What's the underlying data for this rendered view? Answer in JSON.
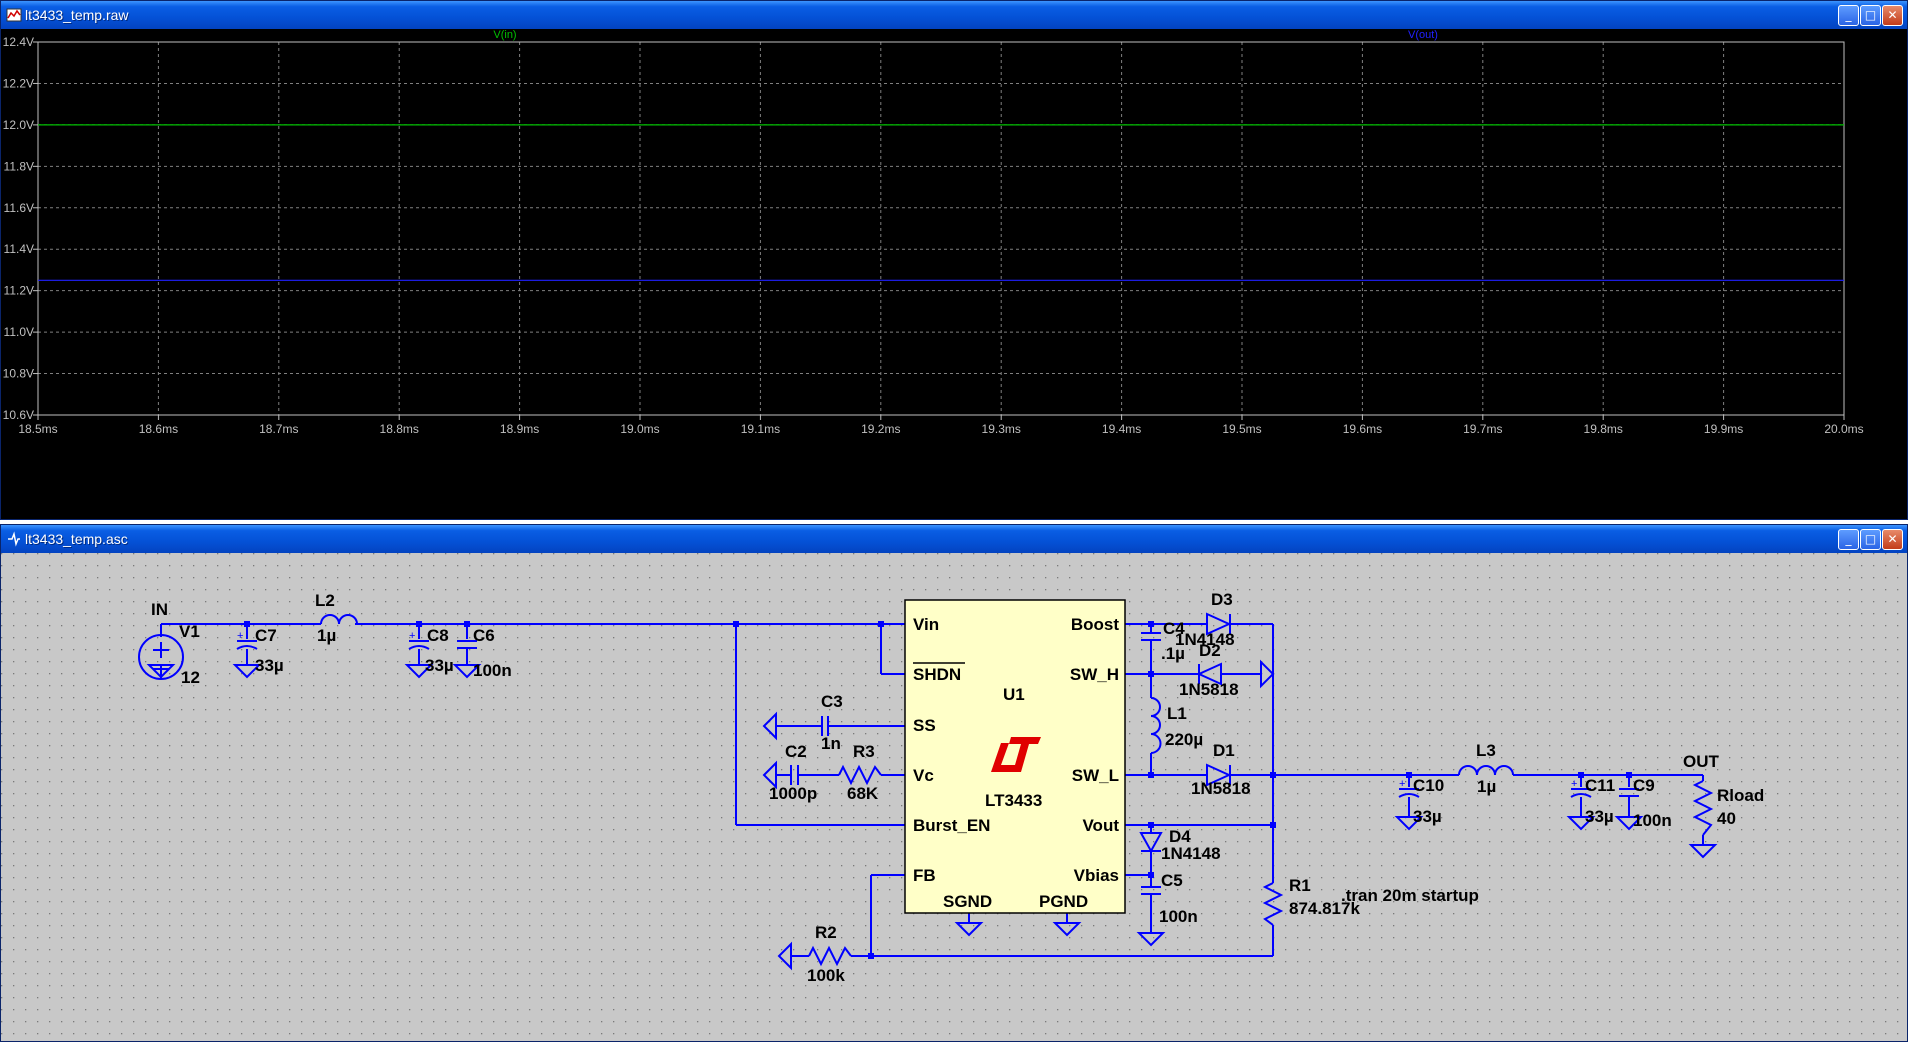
{
  "plot_window": {
    "title": "lt3433_temp.raw",
    "buttons": {
      "minimize": "_",
      "maximize": "□",
      "close": "✕"
    }
  },
  "schematic_window": {
    "title": "lt3433_temp.asc",
    "buttons": {
      "minimize": "_",
      "maximize": "□",
      "close": "✕"
    }
  },
  "chart_data": {
    "type": "line",
    "x": [
      18.5,
      20.0
    ],
    "xlim": [
      18.5,
      20.0
    ],
    "ylim": [
      10.6,
      12.4
    ],
    "xticks": [
      "18.5ms",
      "18.6ms",
      "18.7ms",
      "18.8ms",
      "18.9ms",
      "19.0ms",
      "19.1ms",
      "19.2ms",
      "19.3ms",
      "19.4ms",
      "19.5ms",
      "19.6ms",
      "19.7ms",
      "19.8ms",
      "19.9ms",
      "20.0ms"
    ],
    "yticks": [
      "12.4V",
      "12.2V",
      "12.0V",
      "11.8V",
      "11.6V",
      "11.4V",
      "11.2V",
      "11.0V",
      "10.8V",
      "10.6V"
    ],
    "xtick_values": [
      18.5,
      18.6,
      18.7,
      18.8,
      18.9,
      19.0,
      19.1,
      19.2,
      19.3,
      19.4,
      19.5,
      19.6,
      19.7,
      19.8,
      19.9,
      20.0
    ],
    "ytick_values": [
      12.4,
      12.2,
      12.0,
      11.8,
      11.6,
      11.4,
      11.2,
      11.0,
      10.8,
      10.6
    ],
    "grid": true,
    "series": [
      {
        "name": "V(in)",
        "color": "#00c000",
        "values": [
          12.0,
          12.0
        ]
      },
      {
        "name": "V(out)",
        "color": "#2020ff",
        "values": [
          11.25,
          11.25
        ]
      }
    ]
  },
  "schematic": {
    "net_in": "IN",
    "net_out": "OUT",
    "V1": {
      "name": "V1",
      "value": "12"
    },
    "C7": {
      "name": "C7",
      "value": "33µ"
    },
    "L2": {
      "name": "L2",
      "value": "1µ"
    },
    "C8": {
      "name": "C8",
      "value": "33µ"
    },
    "C6": {
      "name": "C6",
      "value": "100n"
    },
    "C3": {
      "name": "C3",
      "value": "1n"
    },
    "C2": {
      "name": "C2",
      "value": "1000p"
    },
    "R3": {
      "name": "R3",
      "value": "68K"
    },
    "R2": {
      "name": "R2",
      "value": "100k"
    },
    "U1": {
      "name": "U1",
      "part": "LT3433",
      "pins_left": [
        "Vin",
        "SHDN",
        "SS",
        "Vc",
        "Burst_EN",
        "FB"
      ],
      "pins_right": [
        "Boost",
        "SW_H",
        "SW_L",
        "Vout",
        "Vbias"
      ],
      "pins_bottom": [
        "SGND",
        "PGND"
      ]
    },
    "D3": {
      "name": "D3",
      "value": "1N4148"
    },
    "C4": {
      "name": "C4",
      "value": ".1µ"
    },
    "D2": {
      "name": "D2",
      "value": "1N5818"
    },
    "L1": {
      "name": "L1",
      "value": "220µ"
    },
    "D1": {
      "name": "D1",
      "value": "1N5818"
    },
    "D4": {
      "name": "D4",
      "value": "1N4148"
    },
    "C5": {
      "name": "C5",
      "value": "100n"
    },
    "R1": {
      "name": "R1",
      "value": "874.817k"
    },
    "C10": {
      "name": "C10",
      "value": "33µ"
    },
    "L3": {
      "name": "L3",
      "value": "1µ"
    },
    "C11": {
      "name": "C11",
      "value": "33µ"
    },
    "C9": {
      "name": "C9",
      "value": "100n"
    },
    "Rload": {
      "name": "Rload",
      "value": "40"
    },
    "directive": ".tran 20m startup"
  }
}
